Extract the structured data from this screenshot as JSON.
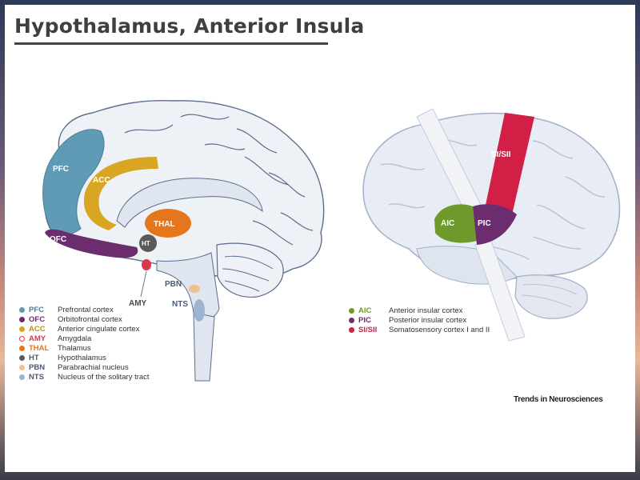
{
  "title": "Hypothalamus, Anterior Insula",
  "credit": "Trends in Neurosciences",
  "left_diagram": {
    "labels": {
      "pfc": "PFC",
      "acc": "ACC",
      "thal": "THAL",
      "ofc": "OFC",
      "ht": "HT",
      "amy": "AMY",
      "pbn": "PBN",
      "nts": "NTS"
    },
    "legend": [
      {
        "abbr": "PFC",
        "text": "Prefrontal cortex",
        "color": "#5f9bb4"
      },
      {
        "abbr": "OFC",
        "text": "Orbitofrontal cortex",
        "color": "#6b2d6e"
      },
      {
        "abbr": "ACC",
        "text": "Anterior cingulate cortex",
        "color": "#d9a623"
      },
      {
        "abbr": "AMY",
        "text": "Amygdala",
        "color": "#d8384c"
      },
      {
        "abbr": "THAL",
        "text": "Thalamus",
        "color": "#e5761c"
      },
      {
        "abbr": "HT",
        "text": "Hypothalamus",
        "color": "#5a5a5a"
      },
      {
        "abbr": "PBN",
        "text": "Parabrachial nucleus",
        "color": "#f2bf8f"
      },
      {
        "abbr": "NTS",
        "text": "Nucleus of the solitary tract",
        "color": "#9eb3cf"
      }
    ]
  },
  "right_diagram": {
    "labels": {
      "si_sii": "SI/SII",
      "aic": "AIC",
      "pic": "PIC"
    },
    "legend": [
      {
        "abbr": "AIC",
        "text": "Anterior insular cortex",
        "color": "#6e9a2c"
      },
      {
        "abbr": "PIC",
        "text": "Posterior insular cortex",
        "color": "#6b2d6e"
      },
      {
        "abbr": "SI/SII",
        "text": "Somatosensory cortex I and II",
        "color": "#d21f45"
      }
    ]
  }
}
